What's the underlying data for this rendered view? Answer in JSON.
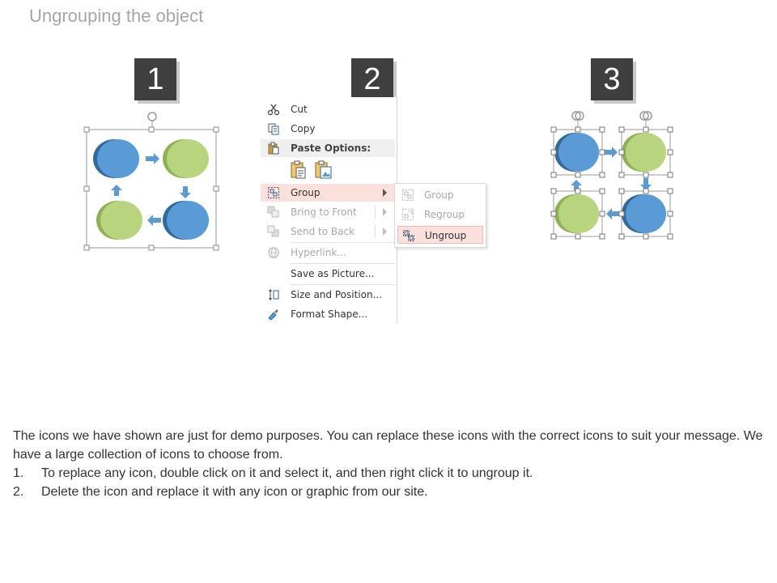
{
  "title": "Ungrouping the object",
  "steps": [
    "1",
    "2",
    "3"
  ],
  "menu": {
    "cut": "Cut",
    "copy": "Copy",
    "paste_options": "Paste Options:",
    "group": "Group",
    "bring_to_front": "Bring to Front",
    "send_to_back": "Send to Back",
    "hyperlink": "Hyperlink...",
    "save_as_picture": "Save as Picture...",
    "size_and_position": "Size and Position...",
    "format_shape": "Format Shape..."
  },
  "submenu": {
    "group": "Group",
    "regroup": "Regroup",
    "ungroup": "Ungroup"
  },
  "body": {
    "intro": "The icons we have shown are just for demo purposes. You can replace these icons with the correct icons to suit your message. We have a large collection of icons to choose from.",
    "items": [
      {
        "num": "1.",
        "text": "To replace any icon, double click on it and select it, and then right click it to ungroup it."
      },
      {
        "num": "2.",
        "text": "Delete the icon and replace it with any icon or graphic from our site."
      }
    ]
  },
  "colors": {
    "blue": "#5b9bd5",
    "blue_dark": "#2e6aa0",
    "green": "#b8d47f",
    "green_dark": "#8cb254",
    "arrow": "#5b9bd5",
    "highlight": "#fbe0dc"
  },
  "icons": [
    "scissors-icon",
    "copy-icon",
    "paste-icon",
    "paste-keep-text-icon",
    "paste-picture-icon",
    "group-icon",
    "bring-to-front-icon",
    "send-to-back-icon",
    "hyperlink-icon",
    "size-position-icon",
    "format-shape-icon",
    "regroup-icon",
    "ungroup-icon",
    "rotate-handle-icon"
  ]
}
